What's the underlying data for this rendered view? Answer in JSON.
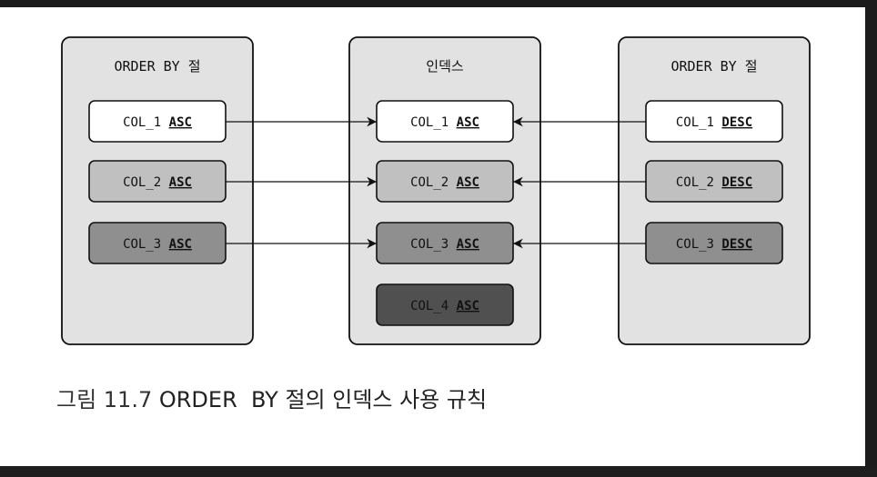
{
  "diagram": {
    "panels": [
      {
        "title": "ORDER BY 절",
        "items": [
          {
            "col": "COL_1 ",
            "dir": "ASC",
            "fill": "#ffffff"
          },
          {
            "col": "COL_2 ",
            "dir": "ASC",
            "fill": "#c0c0c0"
          },
          {
            "col": "COL_3 ",
            "dir": "ASC",
            "fill": "#8f8f8f"
          }
        ]
      },
      {
        "title": "인덱스",
        "items": [
          {
            "col": "COL_1 ",
            "dir": "ASC",
            "fill": "#ffffff"
          },
          {
            "col": "COL_2 ",
            "dir": "ASC",
            "fill": "#c0c0c0"
          },
          {
            "col": "COL_3 ",
            "dir": "ASC",
            "fill": "#8f8f8f"
          },
          {
            "col": "COL_4 ",
            "dir": "ASC",
            "fill": "#505050"
          }
        ]
      },
      {
        "title": "ORDER BY 절",
        "items": [
          {
            "col": "COL_1 ",
            "dir": "DESC",
            "fill": "#ffffff"
          },
          {
            "col": "COL_2 ",
            "dir": "DESC",
            "fill": "#c0c0c0"
          },
          {
            "col": "COL_3 ",
            "dir": "DESC",
            "fill": "#8f8f8f"
          }
        ]
      }
    ],
    "colors": {
      "panel_fill": "#e2e2e2",
      "panel_border": "#111111",
      "text": "#111111"
    }
  },
  "caption": {
    "label": "그림 11.7",
    "text": " ORDER  BY 절의 인덱스 사용 규칙"
  }
}
